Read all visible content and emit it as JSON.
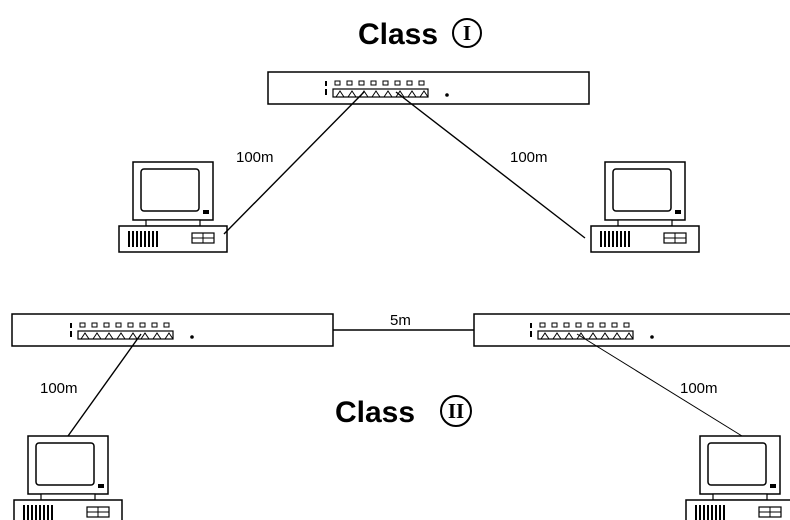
{
  "class1": {
    "title": "Class",
    "numeral": "I"
  },
  "class2": {
    "title": "Class",
    "numeral": "II"
  },
  "links": {
    "c1_left": "100m",
    "c1_right": "100m",
    "c2_switch_link": "5m",
    "c2_left": "100m",
    "c2_right": "100m"
  },
  "colors": {
    "line": "#000000",
    "background": "#ffffff"
  }
}
